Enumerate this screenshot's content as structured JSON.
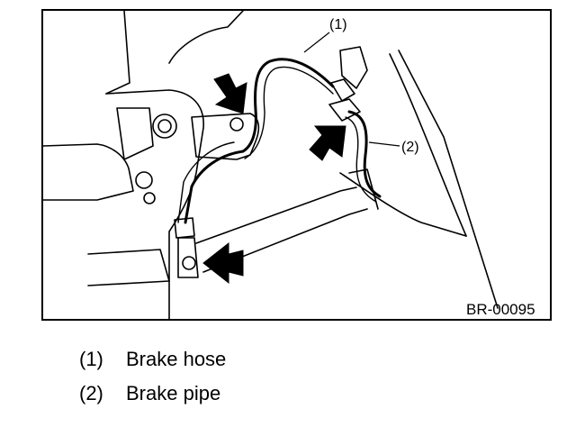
{
  "figure": {
    "callout_1": "(1)",
    "callout_2": "(2)",
    "figure_code": "BR-00095"
  },
  "legend": [
    {
      "number": "(1)",
      "label": "Brake hose"
    },
    {
      "number": "(2)",
      "label": "Brake pipe"
    }
  ]
}
